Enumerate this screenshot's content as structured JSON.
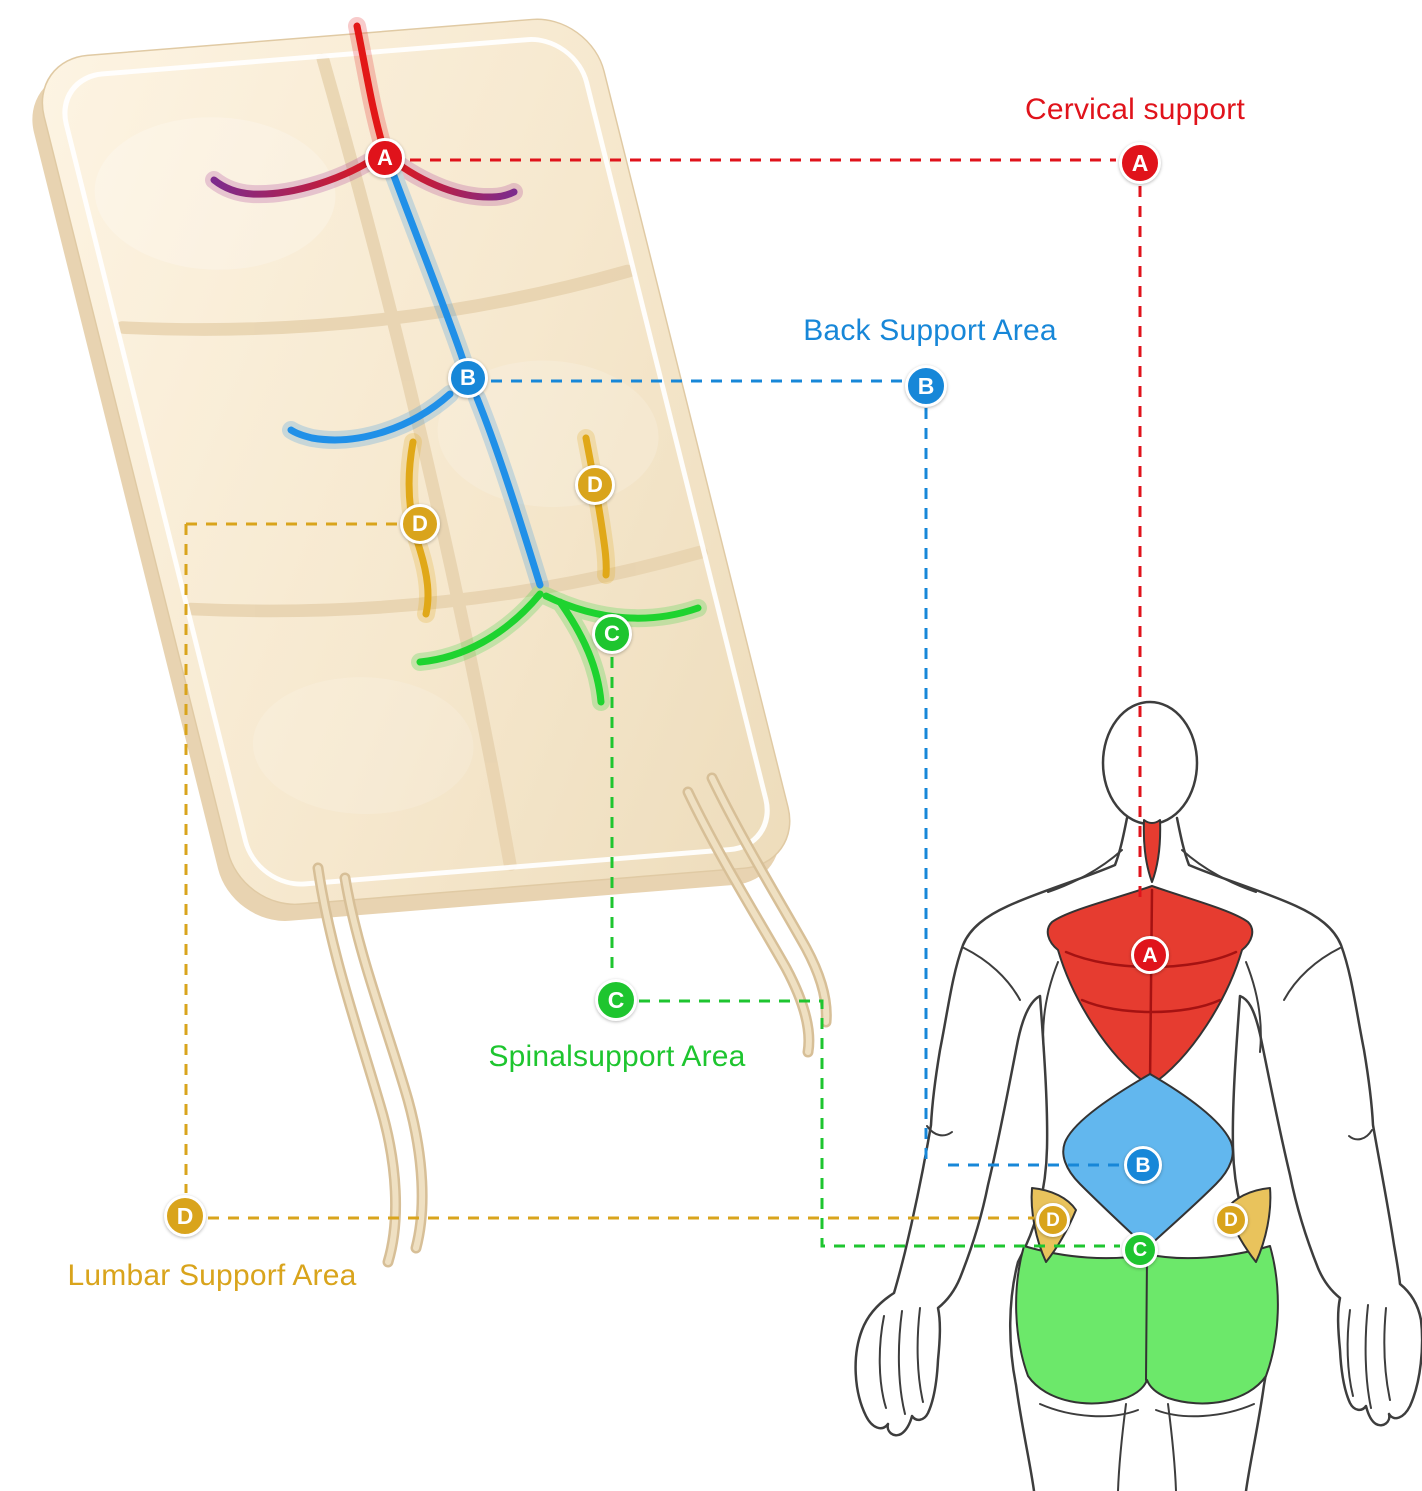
{
  "colors": {
    "red": "#e0131b",
    "blue": "#1787d8",
    "green": "#1ec52f",
    "yellow": "#d9a41c",
    "purple_fade": "#7d2b8d",
    "cushion": "#f6e8ce",
    "rope": "#e6d2ad",
    "figure_outline": "#3d3d3d"
  },
  "annotations": {
    "cervical": {
      "letter": "A",
      "label": "Cervical support",
      "color": "#e0131b"
    },
    "back": {
      "letter": "B",
      "label": "Back Support Area",
      "color": "#1787d8"
    },
    "spinal": {
      "letter": "C",
      "label": "Spinalsupport Area",
      "color": "#1ec52f"
    },
    "lumbar": {
      "letter": "D",
      "label": "Lumbar Supporf Area",
      "color": "#d9a41c"
    }
  }
}
